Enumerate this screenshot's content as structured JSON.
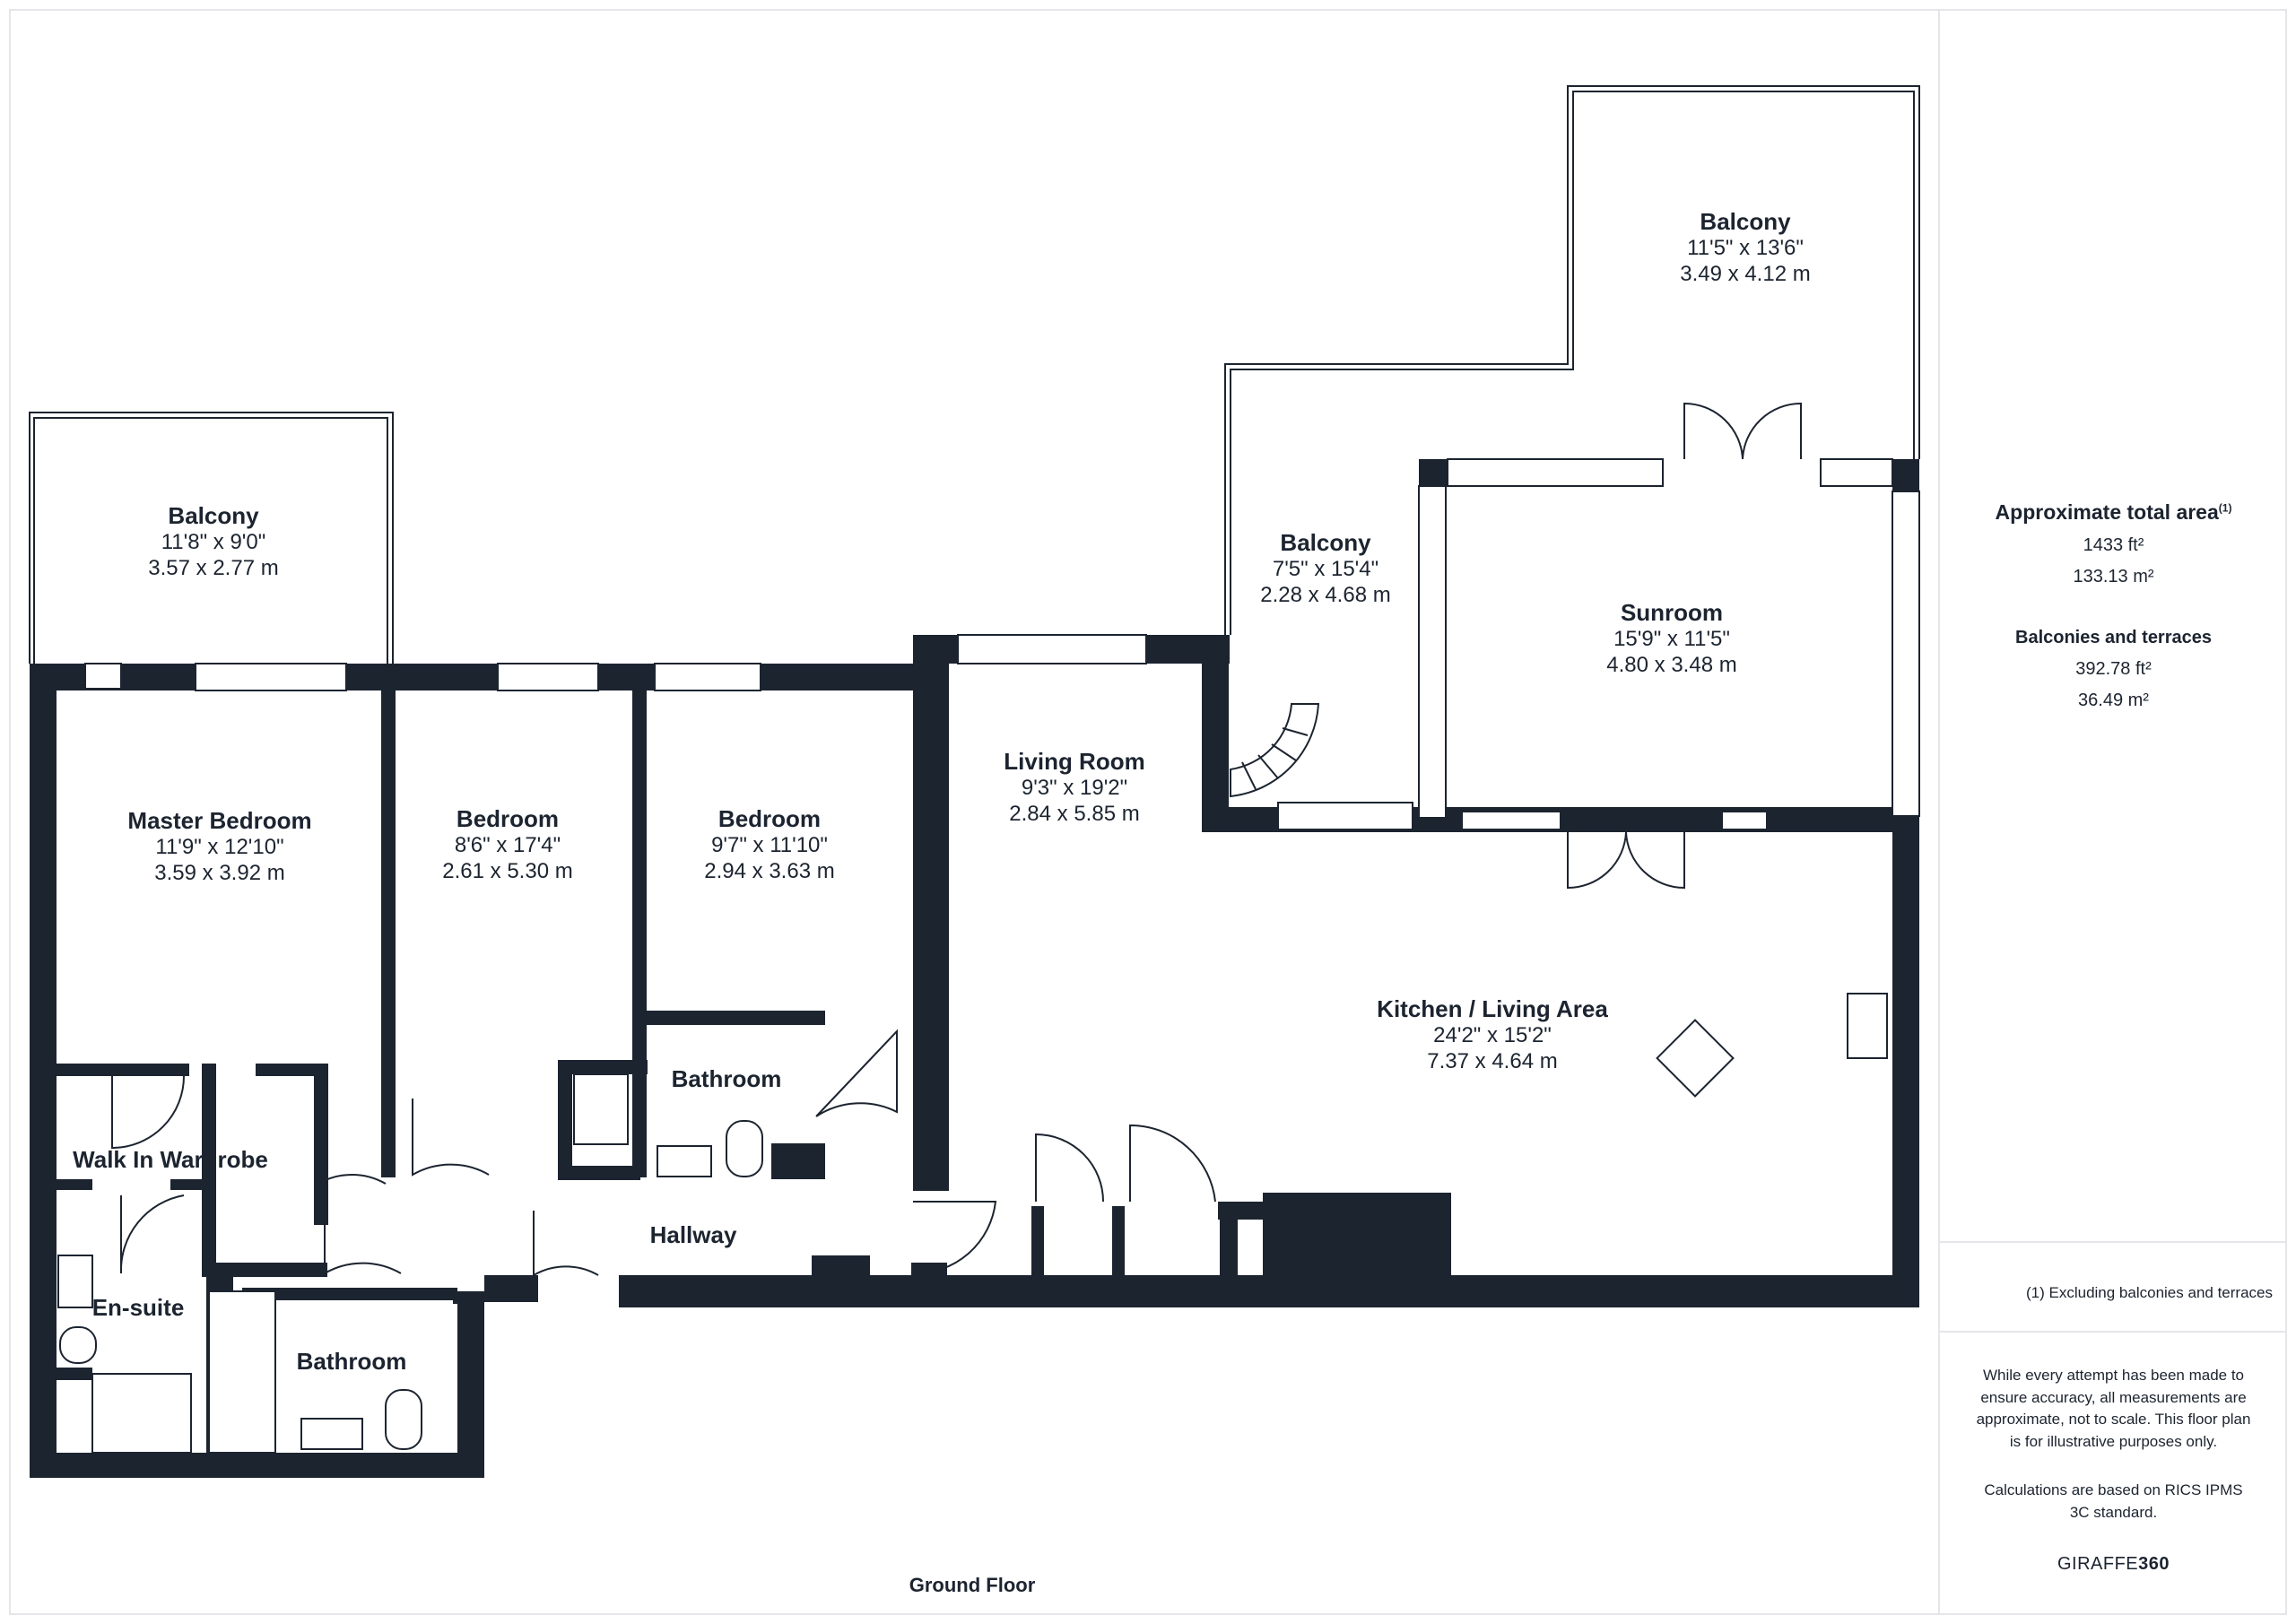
{
  "rooms": {
    "balcony_left": {
      "name": "Balcony",
      "imperial": "11'8\" x 9'0\"",
      "metric": "3.57 x 2.77 m"
    },
    "balcony_mid": {
      "name": "Balcony",
      "imperial": "7'5\" x 15'4\"",
      "metric": "2.28 x 4.68 m"
    },
    "balcony_top": {
      "name": "Balcony",
      "imperial": "11'5\" x 13'6\"",
      "metric": "3.49 x 4.12 m"
    },
    "sunroom": {
      "name": "Sunroom",
      "imperial": "15'9\" x 11'5\"",
      "metric": "4.80 x 3.48 m"
    },
    "living_room": {
      "name": "Living Room",
      "imperial": "9'3\" x 19'2\"",
      "metric": "2.84 x 5.85 m"
    },
    "master_bedroom": {
      "name": "Master Bedroom",
      "imperial": "11'9\" x 12'10\"",
      "metric": "3.59 x 3.92 m"
    },
    "bedroom_2": {
      "name": "Bedroom",
      "imperial": "8'6\" x 17'4\"",
      "metric": "2.61 x 5.30 m"
    },
    "bedroom_3": {
      "name": "Bedroom",
      "imperial": "9'7\" x 11'10\"",
      "metric": "2.94 x 3.63 m"
    },
    "kitchen": {
      "name": "Kitchen / Living Area",
      "imperial": "24'2\" x 15'2\"",
      "metric": "7.37 x 4.64 m"
    },
    "bathroom_1": {
      "name": "Bathroom"
    },
    "bathroom_2": {
      "name": "Bathroom"
    },
    "walk_in_wardrobe": {
      "name": "Walk In Wardrobe"
    },
    "en_suite": {
      "name": "En-suite"
    },
    "hallway": {
      "name": "Hallway"
    }
  },
  "floor_label": "Ground Floor",
  "sidebar": {
    "total_area_title": "Approximate total area",
    "total_area_sup": "(1)",
    "total_sqft": "1433 ft²",
    "total_sqm": "133.13 m²",
    "balconies_title": "Balconies and terraces",
    "balconies_sqft": "392.78 ft²",
    "balconies_sqm": "36.49 m²",
    "footnote": "(1) Excluding balconies and terraces",
    "disclaimer": "While every attempt has been made to ensure accuracy, all measurements are approximate, not to scale. This floor plan is for illustrative purposes only.",
    "calc_note": "Calculations are based on RICS IPMS 3C standard.",
    "brand_a": "GIRAFFE",
    "brand_b": "360"
  },
  "colors": {
    "wall": "#1c2430",
    "divider": "#e4e6e9",
    "window": "#ffffff",
    "background": "#ffffff"
  }
}
